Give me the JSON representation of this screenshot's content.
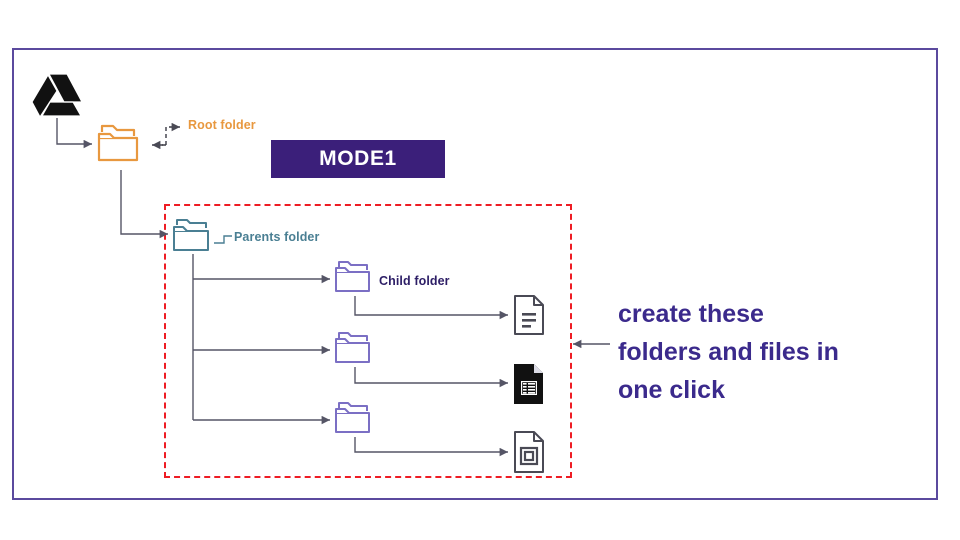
{
  "page": {
    "background": "#ffffff",
    "frame_color": "#5b4a9e",
    "highlight_box_color": "#ee1c24"
  },
  "logo": {
    "name": "google-drive-logo",
    "color": "#111111"
  },
  "badge": {
    "label": "MODE1",
    "background": "#3b1f7a",
    "text_color": "#ffffff"
  },
  "labels": {
    "root_folder": "Root folder",
    "parents_folder": "Parents folder",
    "child_folder": "Child folder"
  },
  "colors": {
    "root_folder": "#e8983f",
    "parents_folder": "#4a7f93",
    "child_folder": "#7b6fc4",
    "child_folder_label": "#2d1e66",
    "connector": "#555566",
    "callout_text": "#3b2a8c"
  },
  "callout": {
    "line1": "create these",
    "line2": "folders and files in",
    "line3": "one click"
  },
  "nodes": {
    "root": {
      "icon": "folder-icon",
      "label": "Root folder"
    },
    "parent": {
      "icon": "folders-stacked-icon",
      "label": "Parents folder"
    },
    "children": [
      {
        "icon": "folder-icon",
        "label": "Child folder"
      },
      {
        "icon": "folder-icon",
        "label": ""
      },
      {
        "icon": "folder-icon",
        "label": ""
      }
    ],
    "files": [
      {
        "icon": "document-file-icon",
        "label": ""
      },
      {
        "icon": "spreadsheet-file-icon",
        "label": ""
      },
      {
        "icon": "presentation-file-icon",
        "label": ""
      }
    ]
  }
}
